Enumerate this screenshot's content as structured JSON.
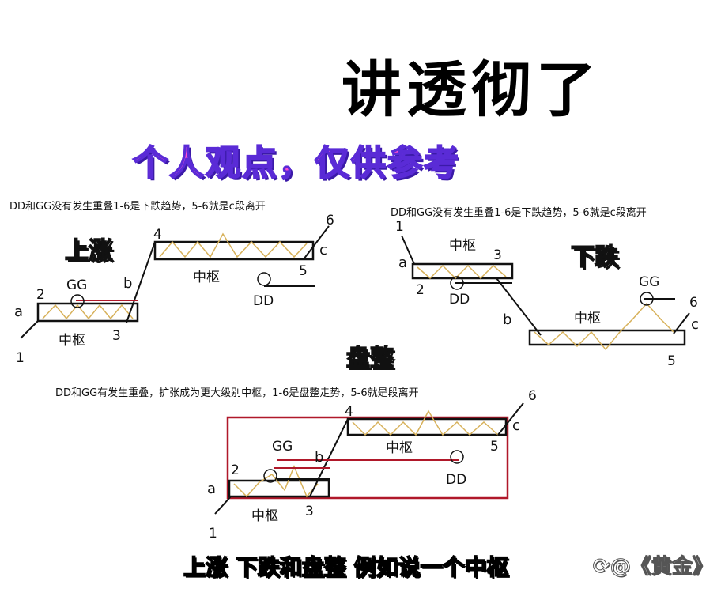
{
  "title": "讲透彻了",
  "subtitle": "个人观点，仅供参考",
  "rise": {
    "note": "DD和GG没有发生重叠1-6是下跌趋势，5-6就是c段离开",
    "heading": "上涨",
    "labels": {
      "a": "a",
      "b": "b",
      "c": "c",
      "gg": "GG",
      "dd": "DD",
      "zs_low": "中枢",
      "zs_high": "中枢",
      "p1": "1",
      "p2": "2",
      "p3": "3",
      "p4": "4",
      "p5": "5",
      "p6": "6"
    }
  },
  "fall": {
    "note": "DD和GG没有发生重叠1-6是下跌趋势，5-6就是c段离开",
    "heading": "下跌",
    "labels": {
      "a": "a",
      "b": "b",
      "c": "c",
      "gg": "GG",
      "dd": "DD",
      "zs_high": "中枢",
      "zs_low": "中枢",
      "p1": "1",
      "p2": "2",
      "p3": "3",
      "p5": "5",
      "p6": "6"
    }
  },
  "consolidation": {
    "note": "DD和GG有发生重叠，扩张成为更大级别中枢，1-6是盘整走势，5-6就是段离开",
    "heading": "盘整",
    "labels": {
      "a": "a",
      "b": "b",
      "c": "c",
      "gg": "GG",
      "dd": "DD",
      "zs_low": "中枢",
      "zs_high": "中枢",
      "p1": "1",
      "p2": "2",
      "p3": "3",
      "p4": "4",
      "p5": "5",
      "p6": "6"
    }
  },
  "caption": "上涨 下跌和盘整 例如说一个中枢",
  "watermark": "⟳@《黄金》",
  "colors": {
    "frame": "#b0182a",
    "zigzag": "#d7b15a",
    "line": "#111111"
  }
}
